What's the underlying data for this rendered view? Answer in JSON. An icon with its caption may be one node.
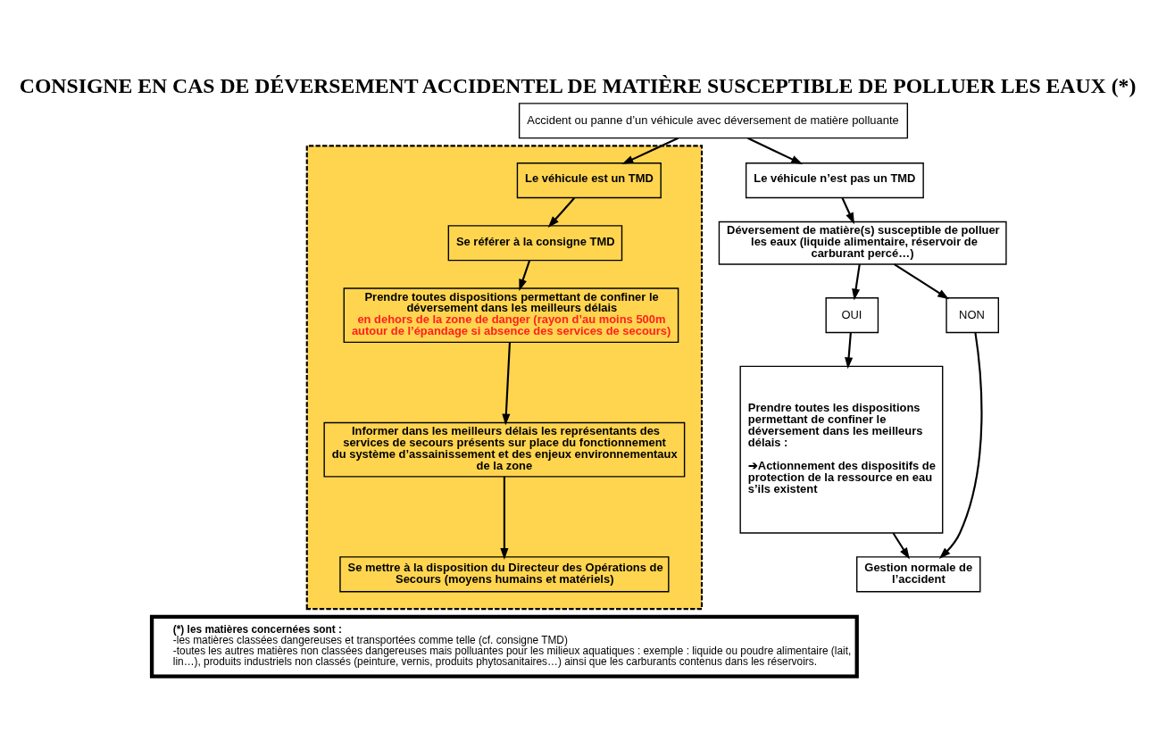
{
  "diagram": {
    "title": "CONSIGNE EN CAS DE DÉVERSEMENT ACCIDENTEL DE MATIÈRE SUSCEPTIBLE DE POLLUER LES EAUX (*)",
    "nodes": [
      {
        "text": [
          "Accident ou panne d’un véhicule avec déversement de matière polluante"
        ]
      },
      {
        "text": [],
        "shape": "box"
      },
      {
        "text": [
          "Le véhicule est un TMD"
        ],
        "in": 1
      },
      {
        "text": [
          "Se référer à la consigne TMD"
        ],
        "in": 1
      },
      {
        "text": [
          "Prendre toutes dispositions permettant de confiner le déversement dans les meilleurs délais",
          "en dehors de la zone de danger (rayon d’au moins 500m autour de l’épandage si absence des services de secours)"
        ],
        "in": 1
      },
      {
        "text": [
          "Informer dans les meilleurs délais les représentants des services de secours présents sur place du fonctionnement du système d’assainissement et des enjeux environnementaux de la zone"
        ],
        "in": 1
      },
      {
        "text": [
          "Se mettre à la disposition du Directeur des Opérations de Secours (moyens humains et matériels)"
        ],
        "in": 1
      },
      {
        "text": [
          "Le véhicule n’est pas un TMD"
        ]
      },
      {
        "text": [
          "Déversement de matière(s) susceptible de polluer les eaux (liquide alimentaire, réservoir de carburant percé…)"
        ]
      },
      {
        "text": [
          "OUI"
        ]
      },
      {
        "text": [
          "NON"
        ]
      },
      {
        "text": [
          "Prendre toutes les dispositions permettant de confiner le déversement dans les meilleurs délais :",
          "➔Actionnement des dispositifs de protection de la ressource en eau s’ils existent"
        ]
      },
      {
        "text": [
          "Gestion normale de l’accident"
        ]
      },
      {
        "text": [
          "(*) les matières concernées sont :",
          "-les matières classées dangereuses et transportées comme telle (cf. consigne TMD)",
          "-toutes les autres matières non classées dangereuses mais polluantes pour les milieux aquatiques : exemple : liquide ou poudre alimentaire (lait, lin…), produits industriels non classés (peinture, vernis, produits phytosanitaires…) ainsi que les carburants contenus dans les réservoirs."
        ]
      }
    ],
    "edges": [
      {
        "from": 0,
        "to": 2,
        "arrow": "to"
      },
      {
        "from": 2,
        "to": 3,
        "arrow": "to"
      },
      {
        "from": 3,
        "to": 4,
        "arrow": "to"
      },
      {
        "from": 4,
        "to": 5,
        "arrow": "to"
      },
      {
        "from": 5,
        "to": 6,
        "arrow": "to"
      },
      {
        "from": 0,
        "to": 7,
        "arrow": "to"
      },
      {
        "from": 7,
        "to": 8,
        "arrow": "to"
      },
      {
        "from": 8,
        "to": 9,
        "arrow": "to"
      },
      {
        "from": 8,
        "to": 10,
        "arrow": "to"
      },
      {
        "from": 9,
        "to": 11,
        "arrow": "to"
      },
      {
        "from": 10,
        "to": 12,
        "arrow": "to"
      },
      {
        "from": 11,
        "to": 12,
        "arrow": "to"
      }
    ]
  }
}
